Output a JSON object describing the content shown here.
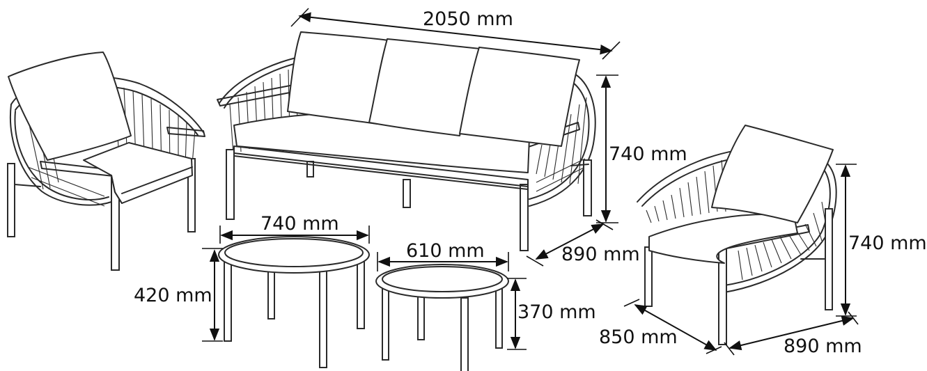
{
  "dimensions": {
    "sofa_width": "2050 mm",
    "sofa_height": "740 mm",
    "sofa_depth": "890 mm",
    "large_table_diameter": "740 mm",
    "large_table_height": "420 mm",
    "small_table_diameter": "610 mm",
    "small_table_height": "370 mm",
    "chair_height": "740 mm",
    "chair_width": "850 mm",
    "chair_depth": "890 mm"
  },
  "colors": {
    "line": "#2a2a2a",
    "text": "#111111",
    "background": "#ffffff"
  }
}
